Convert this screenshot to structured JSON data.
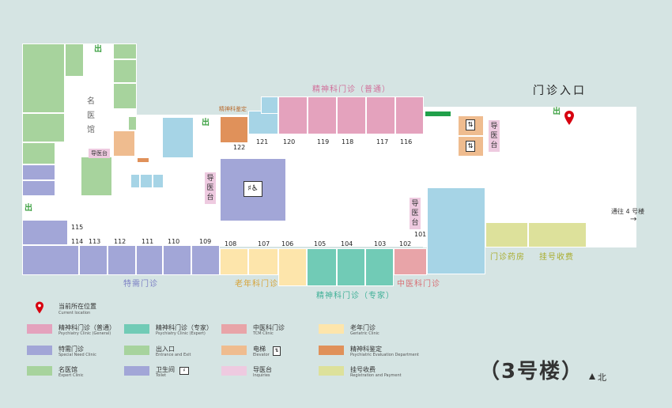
{
  "colors": {
    "background": "#d5e4e3",
    "psych_general": "#e4a2bd",
    "psych_expert": "#71cbb6",
    "special": "#a2a6d7",
    "tcm": "#e8a4a8",
    "geriatric": "#fde5ab",
    "entrance": "#a7d39d",
    "elevator": "#efbc8f",
    "psych_eval": "#e0915a",
    "expert": "#a7d39d",
    "toilet": "#a2a6d7",
    "inquiries": "#eecae0",
    "registration": "#dde19b",
    "marker": "#d7000f",
    "lightblue": "#a6d4e6"
  },
  "rooms": {
    "r101": "101",
    "r102": "102",
    "r103": "103",
    "r104": "104",
    "r105": "105",
    "r106": "106",
    "r107": "107",
    "r108": "108",
    "r109": "109",
    "r110": "110",
    "r111": "111",
    "r112": "112",
    "r113": "113",
    "r114": "114",
    "r115": "115",
    "r116": "116",
    "r117": "117",
    "r118": "118",
    "r119": "119",
    "r120": "120",
    "r121": "121",
    "r122": "122"
  },
  "areas": {
    "psych_general": "精神科门诊（普通）",
    "psych_expert": "精神科门诊（专家）",
    "special": "特需门诊",
    "geriatric": "老年科门诊",
    "tcm": "中医科门诊",
    "pharmacy": "门诊药房",
    "registration": "挂号收费",
    "psych_eval": "精神科鉴定",
    "expert_hall": "名医馆",
    "inquiry": "导医台",
    "main_entrance": "门诊入口",
    "to_building4": "通往 4 号楼",
    "arrow": "→"
  },
  "icons": {
    "entrance": "出"
  },
  "legend": {
    "location": {
      "cn": "当前所在位置",
      "en": "Current location"
    },
    "items": [
      {
        "cn": "精神科门诊（普通）",
        "en": "Psychiatry Clinic (General)",
        "color": "#e4a2bd"
      },
      {
        "cn": "精神科门诊（专家）",
        "en": "Psychiatry Clinic (Expert)",
        "color": "#71cbb6"
      },
      {
        "cn": "中医科门诊",
        "en": "TCM Clinic",
        "color": "#e8a4a8"
      },
      {
        "cn": "老年门诊",
        "en": "Geriatric Clinic",
        "color": "#fde5ab"
      },
      {
        "cn": "特需门诊",
        "en": "Special Need Clinic",
        "color": "#a2a6d7"
      },
      {
        "cn": "出入口",
        "en": "Entrance and Exit",
        "color": "#a7d39d"
      },
      {
        "cn": "电梯",
        "en": "Elevator",
        "color": "#efbc8f"
      },
      {
        "cn": "精神科鉴定",
        "en": "Psychiatric Evaluation Department",
        "color": "#e0915a"
      },
      {
        "cn": "名医馆",
        "en": "Expert Clinic",
        "color": "#a7d39d"
      },
      {
        "cn": "卫生间",
        "en": "Toilet",
        "color": "#a2a6d7"
      },
      {
        "cn": "导医台",
        "en": "Inquiries",
        "color": "#eecae0"
      },
      {
        "cn": "挂号收费",
        "en": "Registration and Payment",
        "color": "#dde19b"
      }
    ]
  },
  "building": {
    "title": "（3号楼）",
    "north": "北"
  }
}
